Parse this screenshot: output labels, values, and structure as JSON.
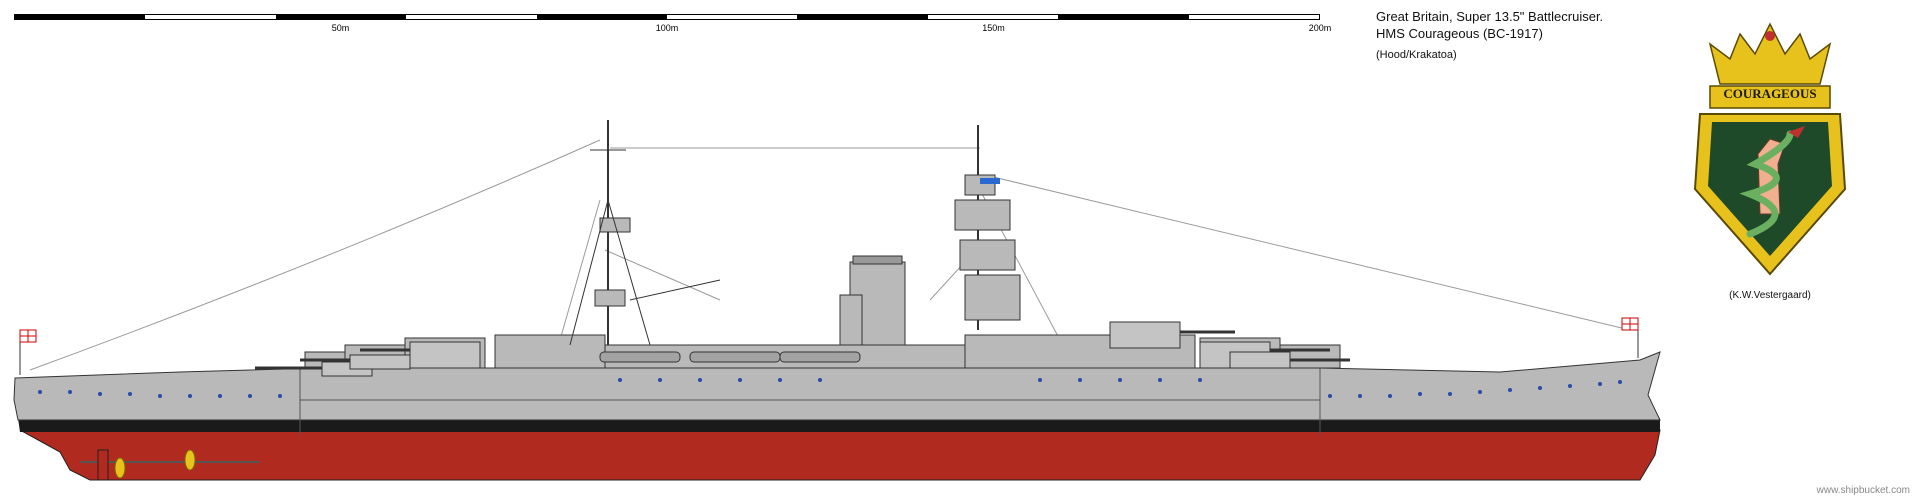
{
  "scale": {
    "labels": [
      "50m",
      "100m",
      "150m",
      "200m"
    ]
  },
  "title": {
    "line1": "Great Britain, Super 13.5\" Battlecruiser.",
    "line2": "HMS Courageous (BC-1917)",
    "subtitle": "(Hood/Krakatoa)"
  },
  "badge": {
    "name": "COURAGEOUS"
  },
  "credit": "(K.W.Vestergaard)",
  "watermark": "www.shipbucket.com",
  "colors": {
    "hull_grey": "#b9b9b9",
    "hull_red": "#b02a20",
    "boot_black": "#1a1a1a",
    "badge_gold": "#e8c21c",
    "badge_green": "#1e4a2a"
  }
}
